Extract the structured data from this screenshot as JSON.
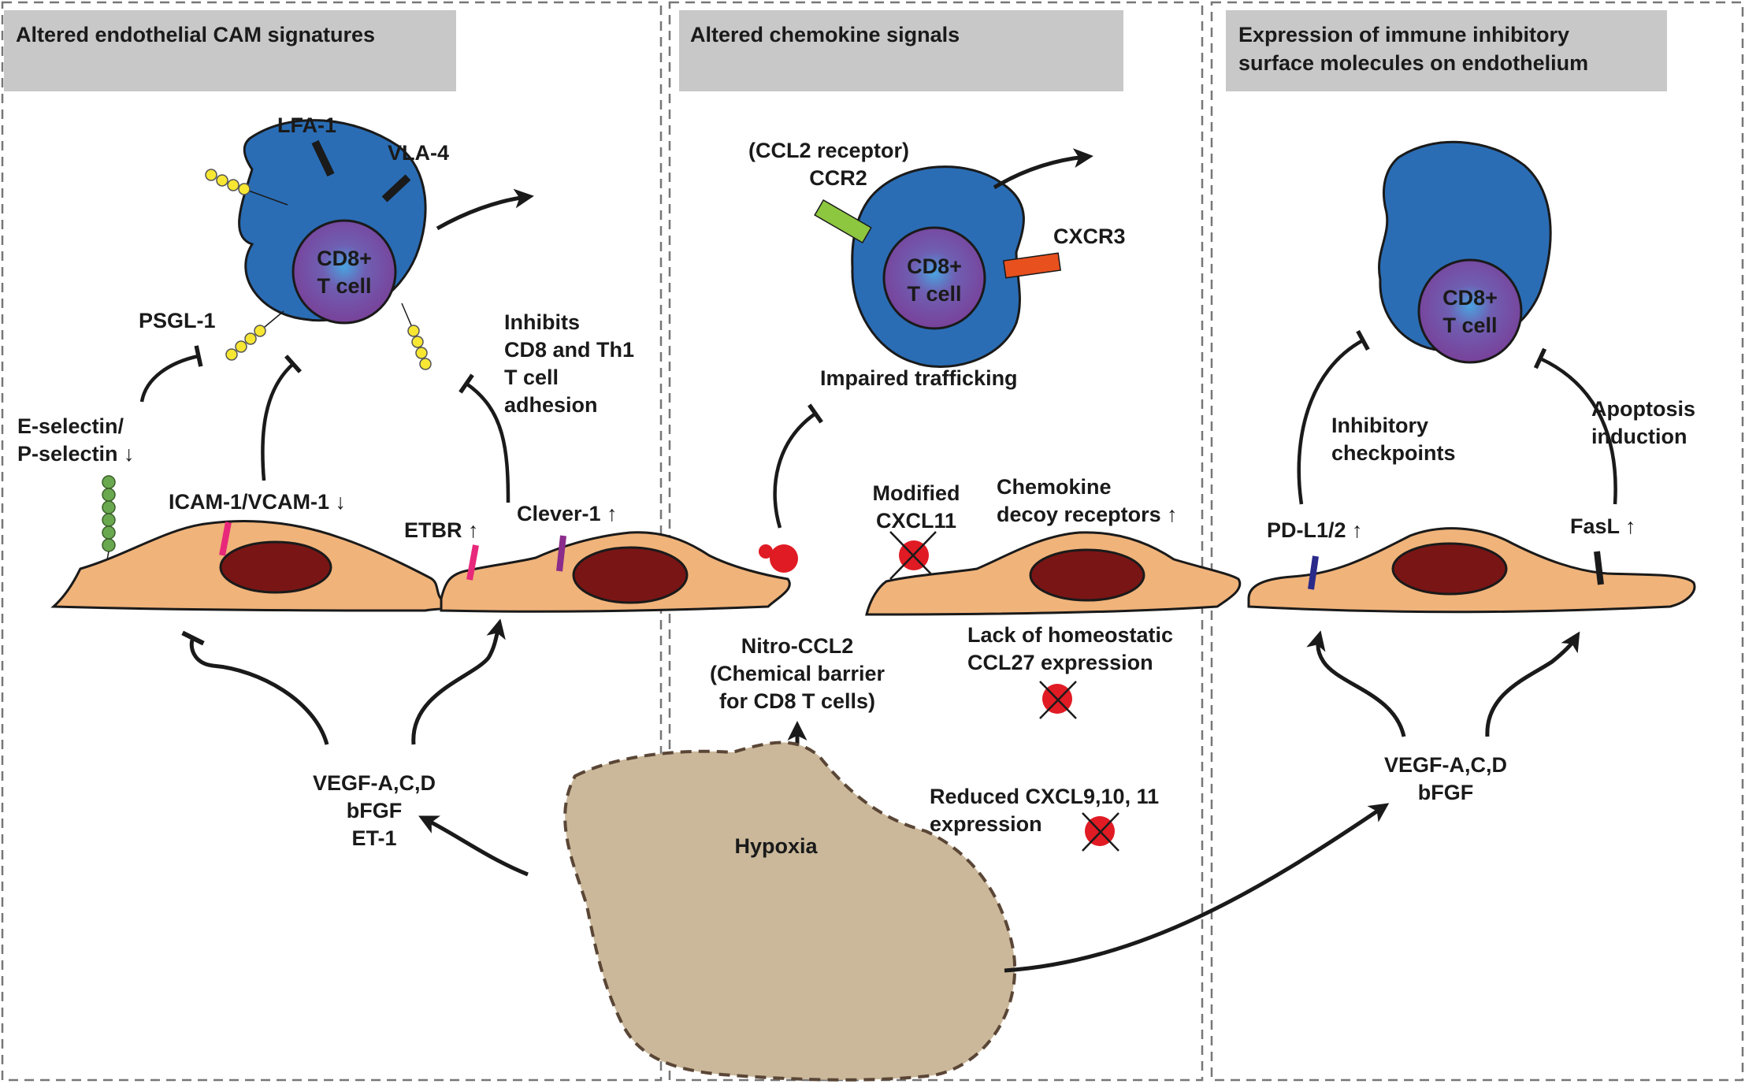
{
  "panels": [
    {
      "title_lines": [
        "Altered endothelial CAM signatures"
      ]
    },
    {
      "title_lines": [
        "Altered chemokine signals"
      ]
    },
    {
      "title_lines": [
        "Expression of immune inhibitory",
        "surface molecules on endothelium"
      ]
    }
  ],
  "tcell_label": [
    "CD8+",
    "T cell"
  ],
  "labels": {
    "lfa1": "LFA-1",
    "vla4": "VLA-4",
    "psgl1": "PSGL-1",
    "eselectin": [
      "E-selectin/",
      "P-selectin ↓"
    ],
    "icam": "ICAM-1/VCAM-1 ↓",
    "etbr": "ETBR ↑",
    "clever": "Clever-1 ↑",
    "inhibits": [
      "Inhibits",
      "CD8 and Th1",
      "T cell",
      "adhesion"
    ],
    "vegf_left": [
      "VEGF-A,C,D",
      "bFGF",
      "ET-1"
    ],
    "ccl2_receptor": [
      "(CCL2 receptor)",
      "CCR2"
    ],
    "cxcr3": "CXCR3",
    "impaired": "Impaired trafficking",
    "modified": [
      "Modified",
      "CXCL11"
    ],
    "decoy": [
      "Chemokine",
      "decoy receptors ↑"
    ],
    "nitro": [
      "Nitro-CCL2",
      "(Chemical barrier",
      "for CD8 T cells)"
    ],
    "lack": [
      "Lack of homeostatic",
      "CCL27 expression"
    ],
    "reduced": [
      "Reduced CXCL9,10, 11",
      "expression"
    ],
    "hypoxia": "Hypoxia",
    "inhibitory": [
      "Inhibitory",
      "checkpoints"
    ],
    "apoptosis": [
      "Apoptosis",
      "induction"
    ],
    "pdl1": "PD-L1/2 ↑",
    "fasl": "FasL ↑",
    "vegf_right": [
      "VEGF-A,C,D",
      "bFGF"
    ]
  },
  "colors": {
    "tcell_outer": "#2a6db5",
    "tcell_nucleus": "#7b3f97",
    "endothelium": "#f0b37a",
    "endo_nucleus": "#7a1515",
    "hypoxia": "#cbb89a",
    "header_bg": "#c8c8c8",
    "ccr2": "#8dc63f",
    "cxcr3": "#e8501e",
    "marker_pink": "#e8287a",
    "marker_purple": "#8b2b8b",
    "marker_navy": "#2a2a8a",
    "chemokine_red": "#e01b24",
    "selectin_green": "#6aa84f",
    "psgl_yellow": "#f7e733"
  },
  "icons": [
    "arrow-icon",
    "inhibition-tbar-icon",
    "crossed-chemokine-icon",
    "hexagon-chain-icon"
  ]
}
